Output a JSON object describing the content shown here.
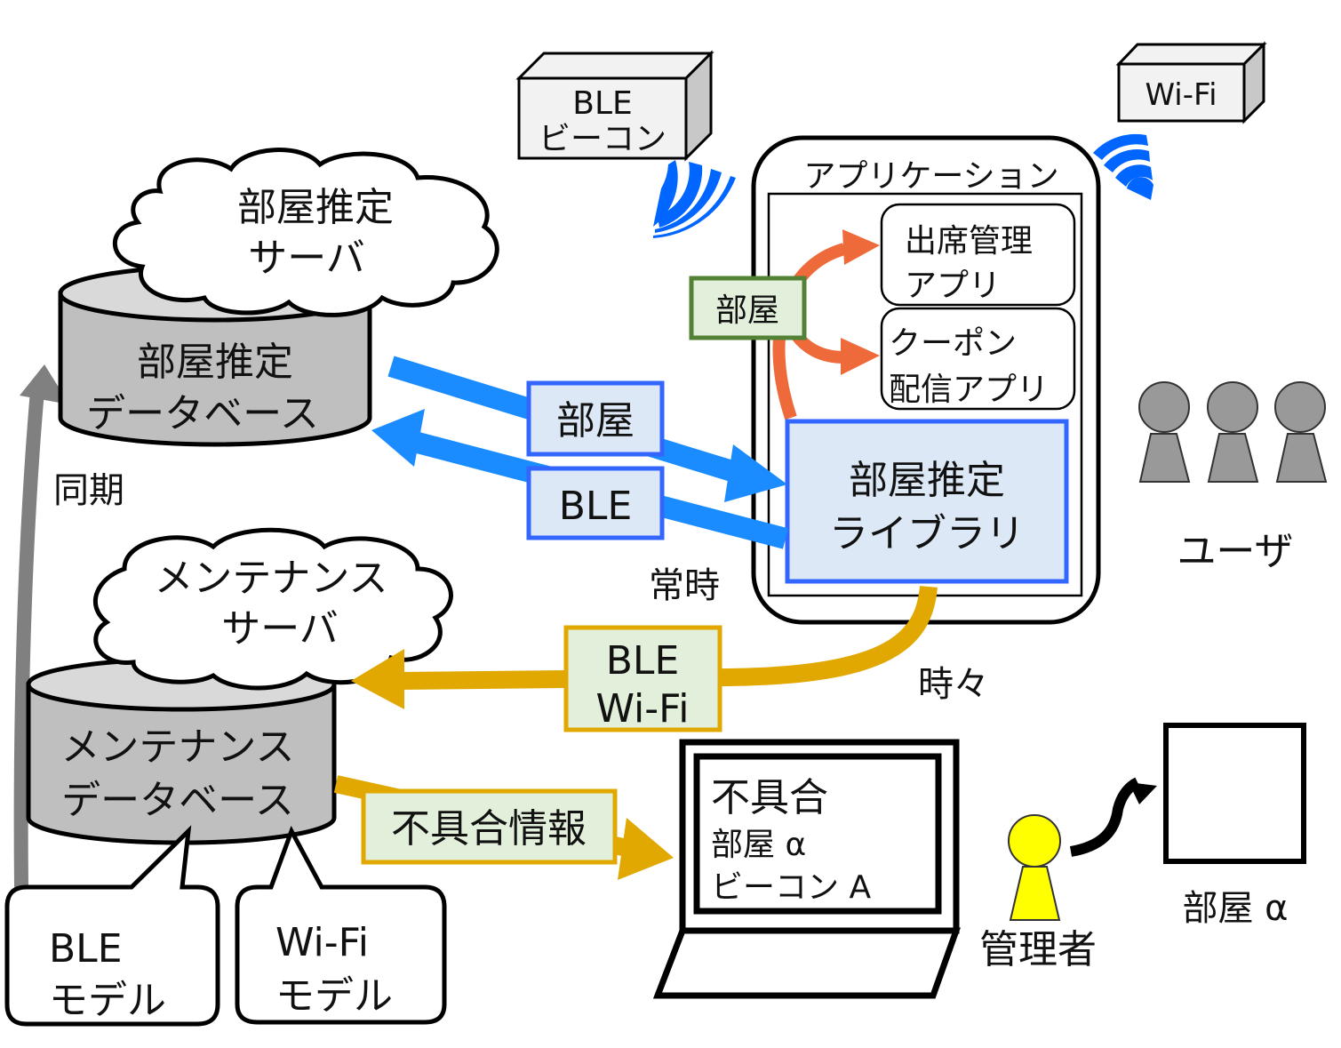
{
  "colors": {
    "blue_arrow": "#1a8cff",
    "blue_box_border": "#3366ff",
    "blue_box_fill": "#dce8f5",
    "orange_arrow": "#ee6a3a",
    "gold_arrow": "#e0a800",
    "green_border": "#538135",
    "green_fill": "#e2efda",
    "gold_fill": "#e2efda",
    "db_fill": "#bfbfbf",
    "db_top": "#d9d9d9",
    "user_gray": "#999999",
    "admin_yellow": "#ffff00",
    "wifi_blue": "#0066ff",
    "box_fill": "#f2f2f2"
  },
  "devices": {
    "ble_beacon": [
      "BLE",
      "ビーコン"
    ],
    "wifi": "Wi-Fi"
  },
  "servers": {
    "room_server": [
      "部屋推定",
      "サーバ"
    ],
    "room_db": [
      "部屋推定",
      "データベース"
    ],
    "maint_server": [
      "メンテナンス",
      "サーバ"
    ],
    "maint_db": [
      "メンテナンス",
      "データベース"
    ]
  },
  "sync_label": "同期",
  "application": {
    "title": "アプリケーション",
    "attendance_app": [
      "出席管理",
      "アプリ"
    ],
    "coupon_app": [
      "クーポン",
      "配信アプリ"
    ],
    "library": [
      "部屋推定",
      "ライブラリ"
    ],
    "room_tag": "部屋"
  },
  "flows": {
    "room_label": "部屋",
    "ble_label": "BLE",
    "always_label": "常時",
    "sometimes_label": "時々",
    "upload_label": [
      "BLE",
      "Wi-Fi"
    ],
    "fault_info_label": "不具合情報"
  },
  "models": {
    "ble_model": [
      "BLE",
      "モデル"
    ],
    "wifi_model": [
      "Wi-Fi",
      "モデル"
    ]
  },
  "laptop": {
    "lines": [
      "不具合",
      "部屋 α",
      "ビーコン A"
    ]
  },
  "users_label": "ユーザ",
  "admin_label": "管理者",
  "room_alpha_label": "部屋 α"
}
